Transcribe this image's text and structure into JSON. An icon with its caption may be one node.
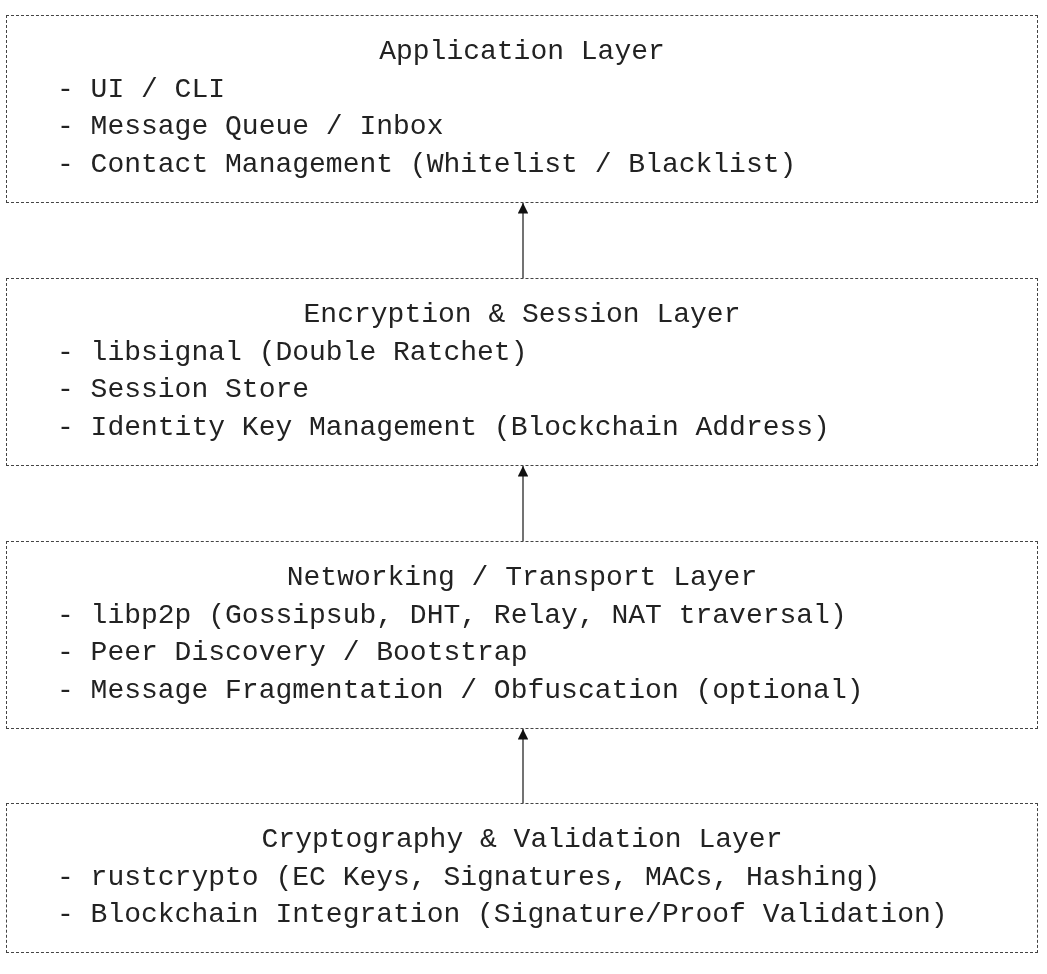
{
  "diagram": {
    "nodes": [
      {
        "text": [
          "Application Layer",
          "- UI / CLI",
          "- Message Queue / Inbox",
          "- Contact Management (Whitelist / Blacklist)"
        ]
      },
      {
        "text": [
          "Encryption & Session Layer",
          "- libsignal (Double Ratchet)",
          "- Session Store",
          "- Identity Key Management (Blockchain Address)"
        ]
      },
      {
        "text": [
          "Networking / Transport Layer",
          "- libp2p (Gossipsub, DHT, Relay, NAT traversal)",
          "- Peer Discovery / Bootstrap",
          "- Message Fragmentation / Obfuscation (optional)"
        ]
      },
      {
        "text": [
          "Cryptography & Validation Layer",
          "- rustcrypto (EC Keys, Signatures, MACs, Hashing)",
          "- Blockchain Integration (Signature/Proof Validation)"
        ]
      }
    ],
    "edges": [
      {
        "from": 1,
        "to": 0,
        "arrow": "to"
      },
      {
        "from": 2,
        "to": 1,
        "arrow": "to"
      },
      {
        "from": 3,
        "to": 2,
        "arrow": "to"
      }
    ]
  }
}
